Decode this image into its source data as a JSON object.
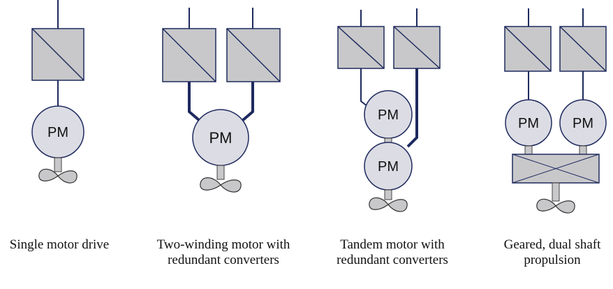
{
  "motor_label": "PM",
  "captions": [
    {
      "line1": "Single motor drive",
      "line2": ""
    },
    {
      "line1": "Two-winding motor with",
      "line2": "redundant converters"
    },
    {
      "line1": "Tandem motor with",
      "line2": "redundant converters"
    },
    {
      "line1": "Geared, dual shaft",
      "line2": "propulsion"
    }
  ],
  "colors": {
    "line": "#1e2a5e",
    "converter_fill": "#c8c8ca",
    "motor_fill": "#dcdce4"
  }
}
